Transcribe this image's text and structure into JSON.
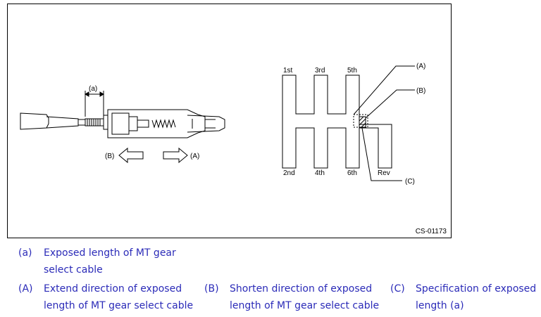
{
  "figure": {
    "code": "CS-01173",
    "callouts": {
      "a": "(a)",
      "A_left": "(B)",
      "A_right": "(A)",
      "A": "(A)",
      "B": "(B)",
      "C": "(C)"
    },
    "gears": {
      "first": "1st",
      "third": "3rd",
      "fifth": "5th",
      "second": "2nd",
      "fourth": "4th",
      "sixth": "6th",
      "reverse": "Rev"
    }
  },
  "legend": [
    {
      "key": "(a)",
      "line1": "Exposed length of MT gear",
      "line2": "select cable"
    },
    {
      "key": "(A)",
      "line1": "Extend direction of exposed",
      "line2": "length of MT gear select cable"
    },
    {
      "key": "(B)",
      "line1": "Shorten direction of exposed",
      "line2": "length of MT gear select cable"
    },
    {
      "key": "(C)",
      "line1": "Specification of exposed",
      "line2": "length (a)"
    }
  ]
}
